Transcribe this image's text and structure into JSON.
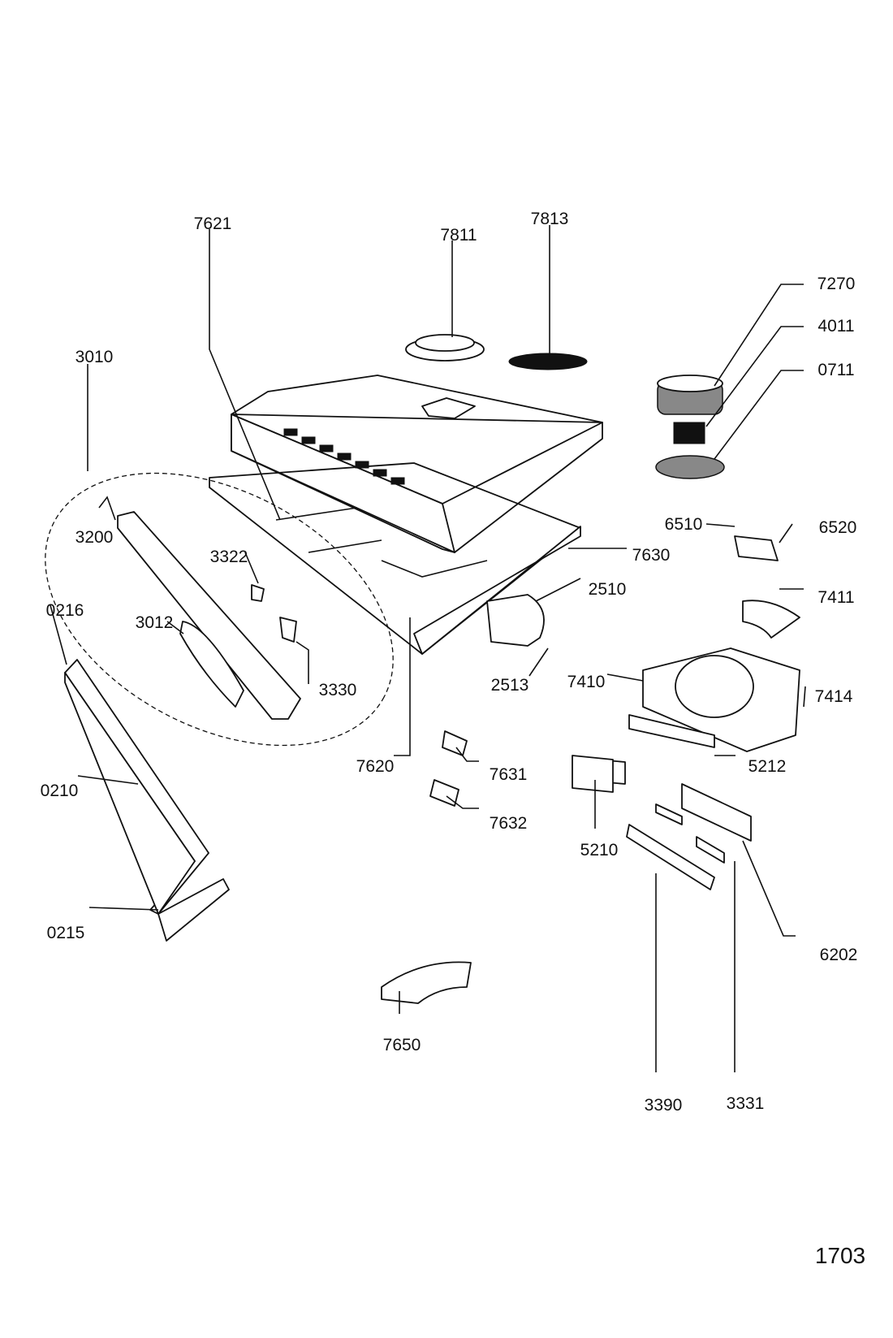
{
  "labels": [
    "7621",
    "7811",
    "7813",
    "7270",
    "4011",
    "0711",
    "3010",
    "3200",
    "3322",
    "6510",
    "6520",
    "7630",
    "0216",
    "3012",
    "2510",
    "7411",
    "2513",
    "7410",
    "3330",
    "7414",
    "7620",
    "5212",
    "7631",
    "0210",
    "7632",
    "5210",
    "6202",
    "0215",
    "7650",
    "3390",
    "3331"
  ],
  "page_number": "1703"
}
